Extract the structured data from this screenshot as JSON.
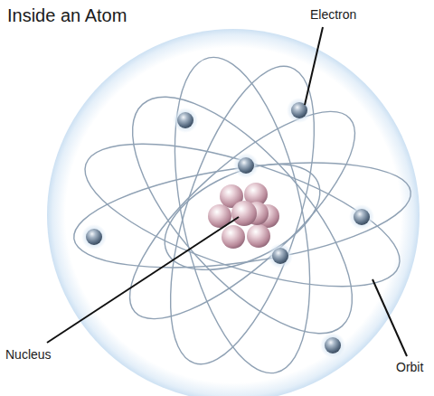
{
  "diagram": {
    "title": "Inside an Atom",
    "labels": [
      "Electron",
      "Nucleus",
      "Orbit"
    ]
  }
}
